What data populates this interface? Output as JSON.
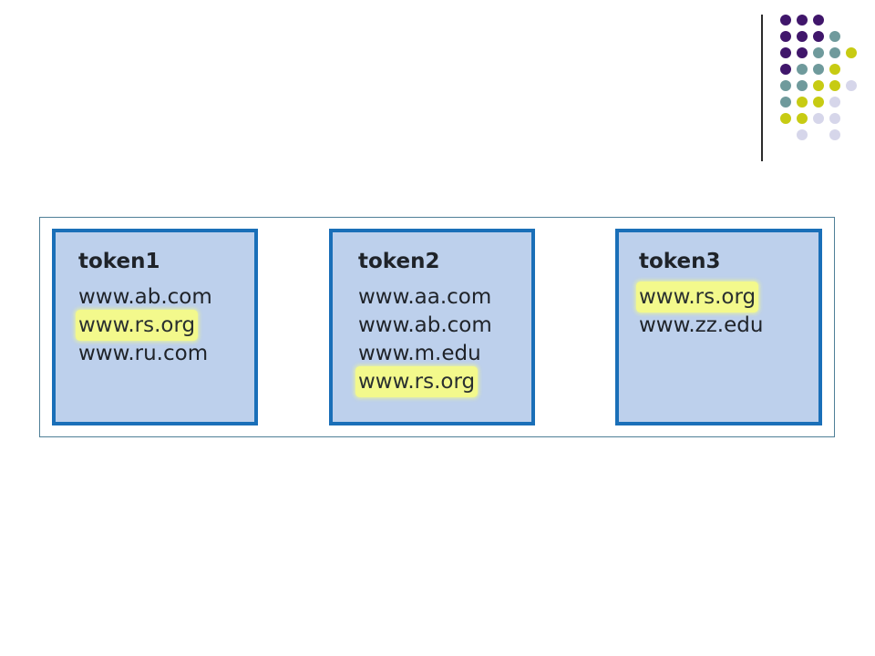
{
  "tokens": [
    {
      "title": "token1",
      "entries": [
        {
          "text": "www.ab.com",
          "highlighted": false
        },
        {
          "text": "www.rs.org",
          "highlighted": true
        },
        {
          "text": "www.ru.com",
          "highlighted": false
        }
      ]
    },
    {
      "title": "token2",
      "entries": [
        {
          "text": "www.aa.com",
          "highlighted": false
        },
        {
          "text": "www.ab.com",
          "highlighted": false
        },
        {
          "text": "www.m.edu",
          "highlighted": false
        },
        {
          "text": "www.rs.org",
          "highlighted": true
        }
      ]
    },
    {
      "title": "token3",
      "entries": [
        {
          "text": "www.rs.org",
          "highlighted": true
        },
        {
          "text": "www.zz.edu",
          "highlighted": false
        }
      ]
    }
  ],
  "colors": {
    "box_fill": "#bdd0ec",
    "box_border": "#1a6fb8",
    "highlight": "#f3f98c",
    "dot_purple": "#40166b",
    "dot_teal": "#6f9a9c",
    "dot_yellow": "#c7cb13",
    "dot_lavender": "#d6d6ea"
  },
  "decoration": {
    "dot_grid_rows": [
      [
        "purple",
        "purple",
        "purple",
        "",
        "",
        ""
      ],
      [
        "purple",
        "purple",
        "purple",
        "teal",
        "",
        ""
      ],
      [
        "purple",
        "purple",
        "teal",
        "teal",
        "yellow",
        ""
      ],
      [
        "purple",
        "teal",
        "teal",
        "yellow",
        "",
        ""
      ],
      [
        "teal",
        "teal",
        "yellow",
        "yellow",
        "lavender",
        ""
      ],
      [
        "teal",
        "yellow",
        "yellow",
        "lavender",
        "",
        ""
      ],
      [
        "yellow",
        "yellow",
        "lavender",
        "lavender",
        "",
        ""
      ],
      [
        "",
        "lavender",
        "",
        "lavender",
        "",
        ""
      ]
    ]
  }
}
